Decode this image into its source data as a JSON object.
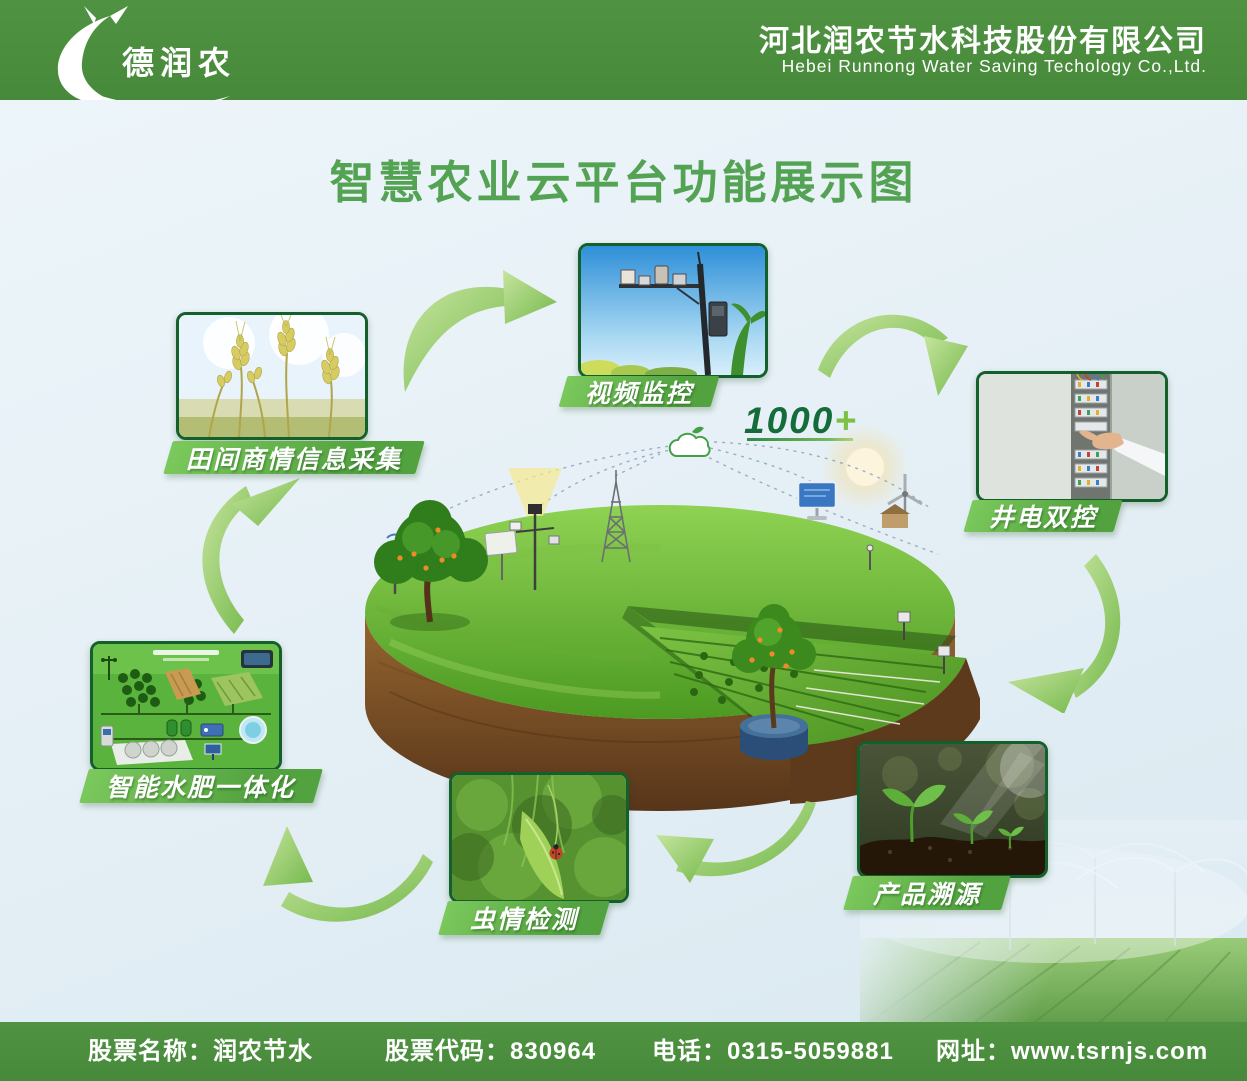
{
  "header": {
    "logo_text": "德润农",
    "company_zh": "河北润农节水科技股份有限公司",
    "company_en": "Hebei Runnong Water  Saving  Techology  Co.,Ltd."
  },
  "title": "智慧农业云平台功能展示图",
  "stat": {
    "value": "1000",
    "plus": "+"
  },
  "cycle": {
    "nodes": [
      {
        "id": "video-monitoring",
        "label": "视频监控"
      },
      {
        "id": "field-info-collection",
        "label": "田间商情信息采集"
      },
      {
        "id": "well-electric-dual-control",
        "label": "井电双控"
      },
      {
        "id": "smart-fertigation",
        "label": "智能水肥一体化"
      },
      {
        "id": "pest-detection",
        "label": "虫情检测"
      },
      {
        "id": "product-traceability",
        "label": "产品溯源"
      }
    ]
  },
  "footer": {
    "stock_name_label": "股票名称：",
    "stock_name": "润农节水",
    "stock_code_label": "股票代码：",
    "stock_code": "830964",
    "phone_label": "电话：",
    "phone": "0315-5059881",
    "site_label": "网址：",
    "site": "www.tsrnjs.com"
  },
  "colors": {
    "brand_green": "#4a8c3e",
    "title_green": "#54a354",
    "banner_green": "#5aac44",
    "arrow_green": "#8cc465",
    "stat_green": "#156b39",
    "card_border": "#14602c"
  }
}
